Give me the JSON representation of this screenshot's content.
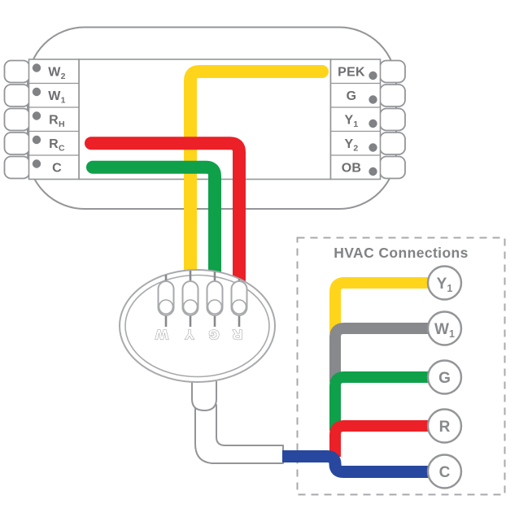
{
  "colors": {
    "yellow": "#FFD51C",
    "red": "#EC2027",
    "green": "#0FA04A",
    "blue": "#27489E",
    "gray_wire": "#87898C",
    "outline": "#939598",
    "module_outline": "#A7A9AC",
    "label": "#6D6E71",
    "dot": "#808285",
    "title": "#808285"
  },
  "thermostat": {
    "left_terminals": [
      {
        "main": "W",
        "sub": "2"
      },
      {
        "main": "W",
        "sub": "1"
      },
      {
        "main": "R",
        "sub": "H"
      },
      {
        "main": "R",
        "sub": "C"
      },
      {
        "main": "C",
        "sub": ""
      }
    ],
    "right_terminals": [
      {
        "main": "PEK",
        "sub": ""
      },
      {
        "main": "G",
        "sub": ""
      },
      {
        "main": "Y",
        "sub": "1"
      },
      {
        "main": "Y",
        "sub": "2"
      },
      {
        "main": "OB",
        "sub": ""
      }
    ]
  },
  "module": {
    "slot_labels": [
      "W",
      "Y",
      "G",
      "R"
    ]
  },
  "top_wires": [
    {
      "color_name": "yellow",
      "from_terminal": "PEK",
      "to_slot": "Y"
    },
    {
      "color_name": "red",
      "from_terminal": "RC",
      "to_slot": "R"
    },
    {
      "color_name": "green",
      "from_terminal": "C",
      "to_slot": "G"
    }
  ],
  "hvac": {
    "title": "HVAC Connections",
    "connections": [
      {
        "main": "Y",
        "sub": "1",
        "wire_color_name": "yellow"
      },
      {
        "main": "W",
        "sub": "1",
        "wire_color_name": "gray"
      },
      {
        "main": "G",
        "sub": "",
        "wire_color_name": "green"
      },
      {
        "main": "R",
        "sub": "",
        "wire_color_name": "red"
      },
      {
        "main": "C",
        "sub": "",
        "wire_color_name": "blue"
      }
    ]
  }
}
